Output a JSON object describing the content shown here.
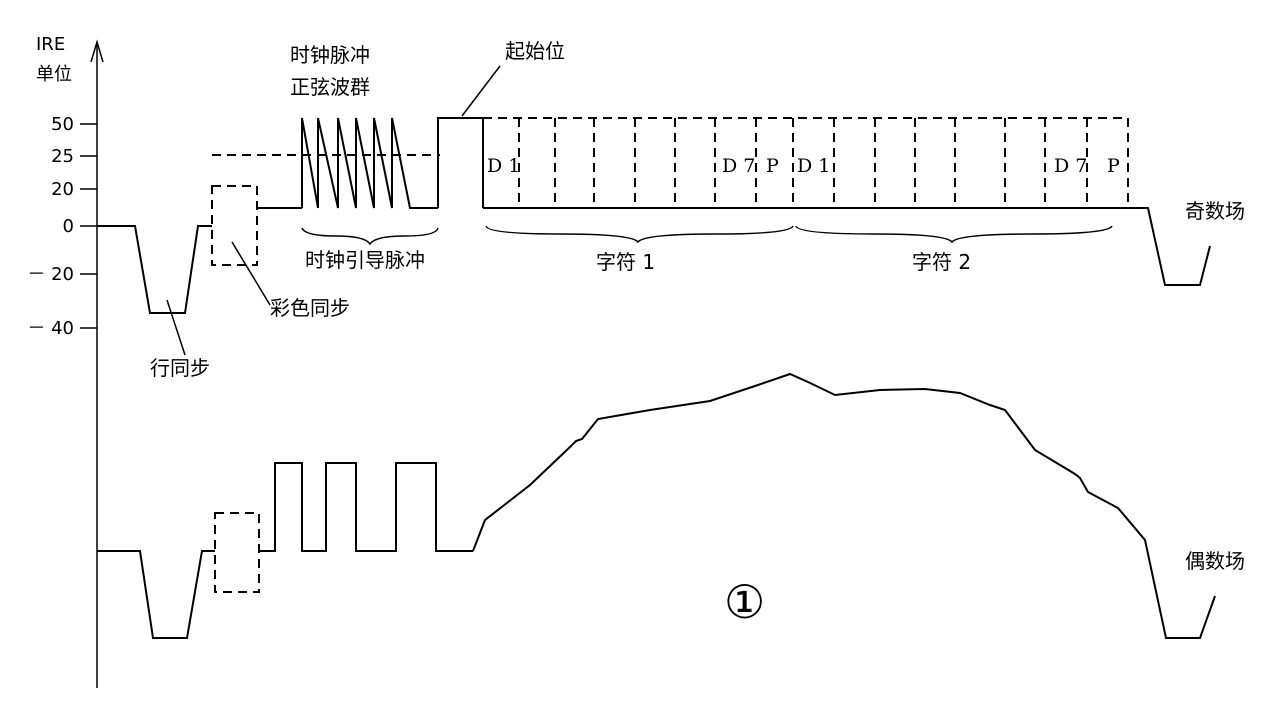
{
  "axis": {
    "unit_line1": "IRE",
    "unit_line2": "单位",
    "ticks": [
      {
        "label": "50",
        "value": 50
      },
      {
        "label": "25",
        "value": 25
      },
      {
        "label": "20",
        "value": 20
      },
      {
        "label": "0",
        "value": 0
      },
      {
        "label": "－ 20",
        "value": -20
      },
      {
        "label": "－ 40",
        "value": -40
      }
    ]
  },
  "labels": {
    "clock_burst_line1": "时钟脉冲",
    "clock_burst_line2": "正弦波群",
    "start_bit": "起始位",
    "clock_lead": "时钟引导脉冲",
    "char1": "字符 1",
    "char2": "字符 2",
    "color_sync": "彩色同步",
    "line_sync": "行同步",
    "odd_field": "奇数场",
    "even_field": "偶数场",
    "figure_number": "①"
  },
  "bits": {
    "d1": "D 1",
    "d7": "D 7",
    "p": "P"
  }
}
